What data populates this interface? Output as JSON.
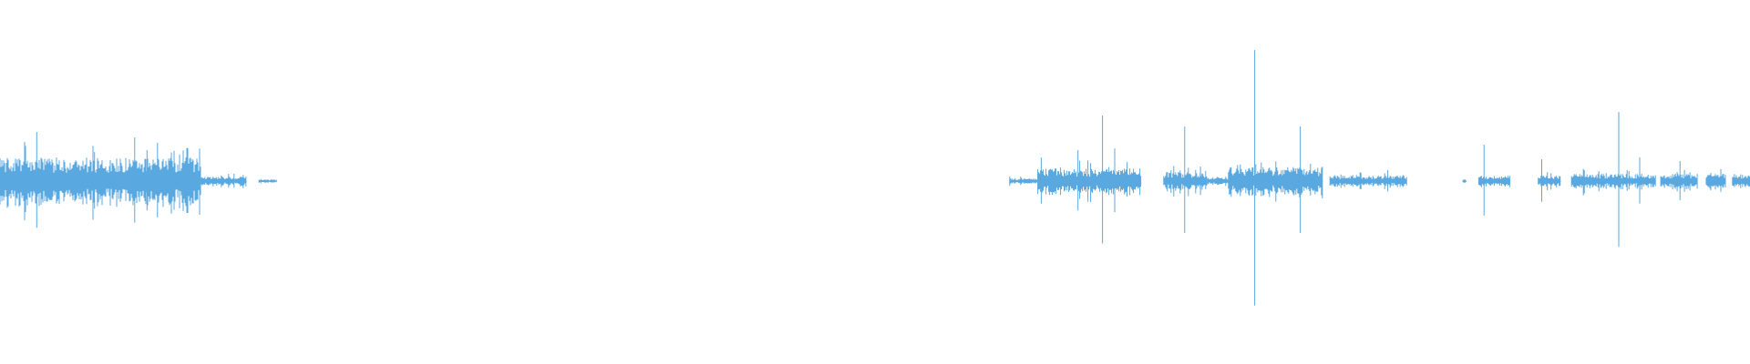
{
  "waveform": {
    "color": "#5aa8e0",
    "background": "#ffffff",
    "segments": [
      {
        "start": 0.0,
        "end": 0.115,
        "level": 0.13,
        "peaks": [
          [
            0.021,
            0.27
          ],
          [
            0.054,
            0.16
          ],
          [
            0.077,
            0.24
          ],
          [
            0.09,
            0.21
          ],
          [
            0.084,
            0.17
          ]
        ]
      },
      {
        "start": 0.115,
        "end": 0.141,
        "level": 0.025,
        "peaks": []
      },
      {
        "start": 0.148,
        "end": 0.158,
        "level": 0.01,
        "peaks": []
      },
      {
        "start": 0.577,
        "end": 0.593,
        "level": 0.015,
        "peaks": []
      },
      {
        "start": 0.593,
        "end": 0.652,
        "level": 0.07,
        "peaks": [
          [
            0.595,
            0.13
          ],
          [
            0.616,
            0.17
          ],
          [
            0.63,
            0.36
          ],
          [
            0.637,
            0.18
          ]
        ]
      },
      {
        "start": 0.665,
        "end": 0.69,
        "level": 0.05,
        "peaks": [
          [
            0.677,
            0.3
          ],
          [
            0.686,
            0.08
          ]
        ]
      },
      {
        "start": 0.69,
        "end": 0.702,
        "level": 0.02,
        "peaks": []
      },
      {
        "start": 0.702,
        "end": 0.756,
        "level": 0.08,
        "peaks": [
          [
            0.717,
            0.72
          ],
          [
            0.743,
            0.3
          ]
        ]
      },
      {
        "start": 0.76,
        "end": 0.804,
        "level": 0.03,
        "peaks": [
          [
            0.793,
            0.06
          ]
        ]
      },
      {
        "start": 0.836,
        "end": 0.838,
        "level": 0.01,
        "peaks": []
      },
      {
        "start": 0.845,
        "end": 0.863,
        "level": 0.03,
        "peaks": [
          [
            0.848,
            0.2
          ]
        ]
      },
      {
        "start": 0.879,
        "end": 0.892,
        "level": 0.03,
        "peaks": [
          [
            0.881,
            0.12
          ]
        ]
      },
      {
        "start": 0.898,
        "end": 0.946,
        "level": 0.04,
        "peaks": [
          [
            0.925,
            0.38
          ],
          [
            0.937,
            0.13
          ]
        ]
      },
      {
        "start": 0.949,
        "end": 0.97,
        "level": 0.04,
        "peaks": [
          [
            0.96,
            0.11
          ]
        ]
      },
      {
        "start": 0.975,
        "end": 0.986,
        "level": 0.04,
        "peaks": []
      },
      {
        "start": 0.99,
        "end": 1.0,
        "level": 0.04,
        "peaks": []
      }
    ]
  }
}
